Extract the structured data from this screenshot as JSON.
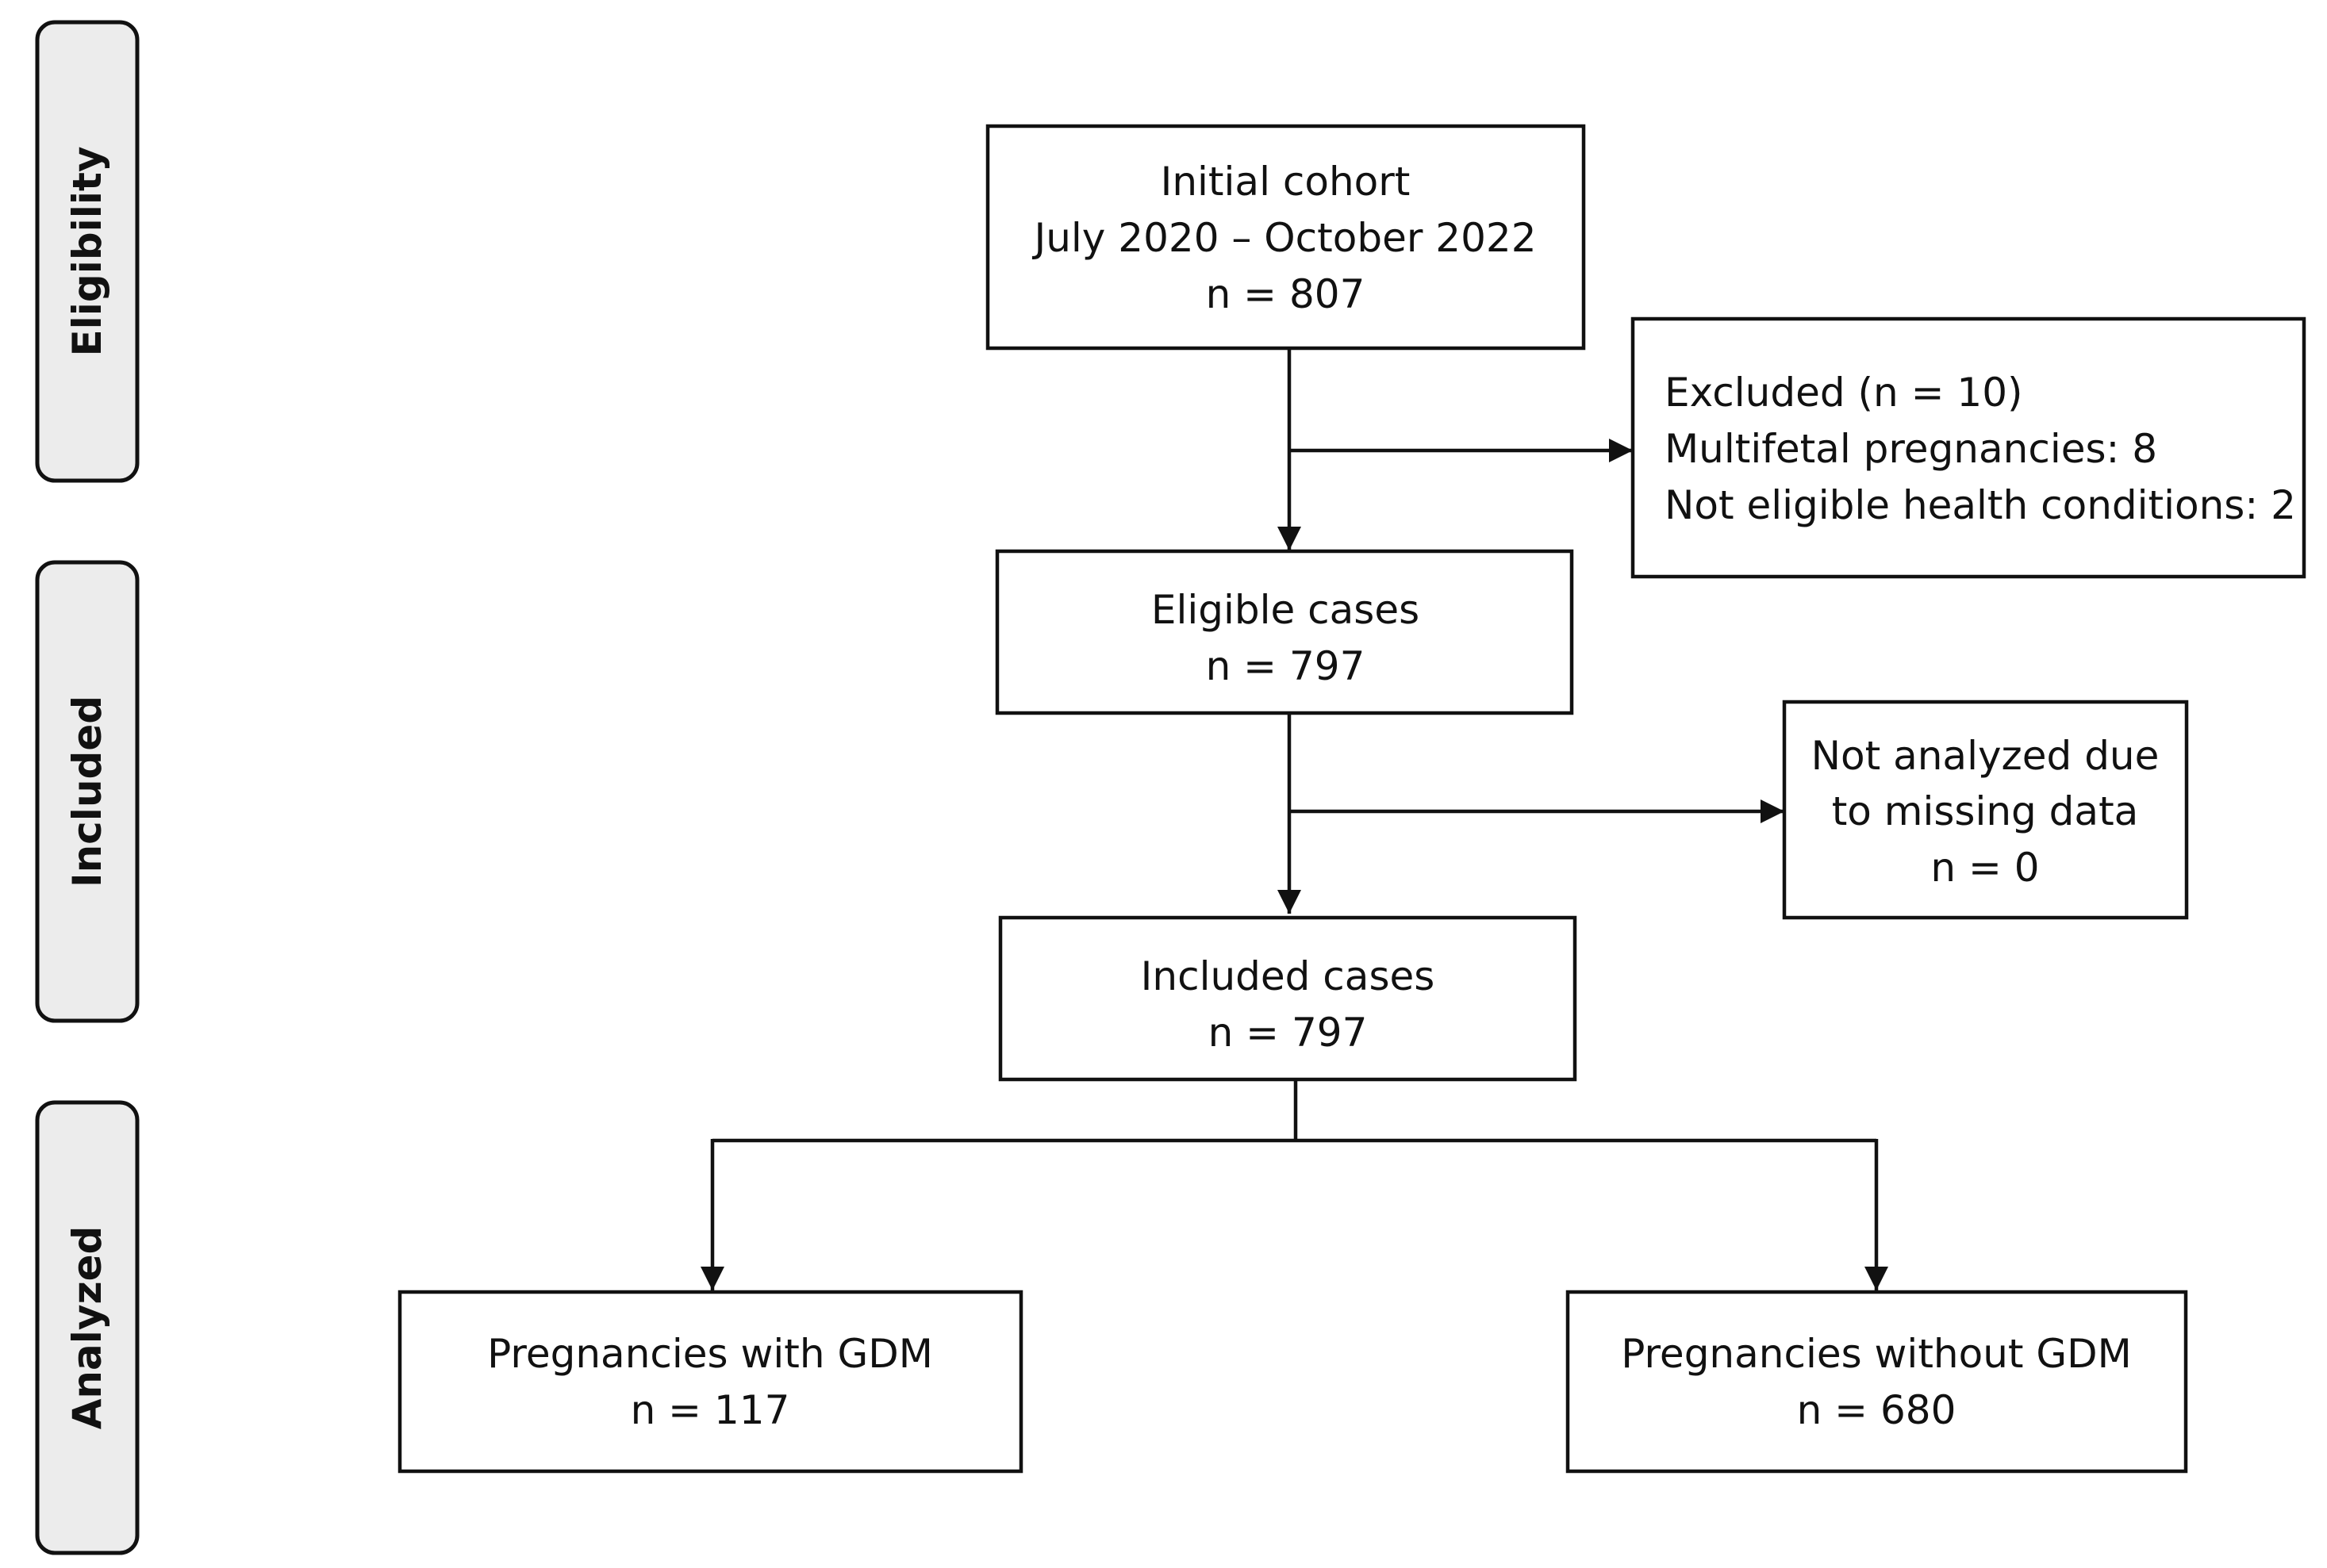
{
  "stages": {
    "eligibility": "Eligibility",
    "included": "Included",
    "analyzed": "Analyzed"
  },
  "boxes": {
    "initial_cohort": {
      "lines": [
        "Initial cohort",
        "July 2020 – October 2022",
        "n = 807"
      ]
    },
    "excluded": {
      "lines": [
        "Excluded (n = 10)",
        "Multifetal pregnancies: 8",
        "Not eligible health conditions: 2"
      ]
    },
    "eligible_cases": {
      "lines": [
        "Eligible cases",
        "n = 797"
      ]
    },
    "not_analyzed": {
      "lines": [
        "Not analyzed due",
        "to missing data",
        "n = 0"
      ]
    },
    "included_cases": {
      "lines": [
        "Included cases",
        "n = 797"
      ]
    },
    "with_gdm": {
      "lines": [
        "Pregnancies with GDM",
        "n = 117"
      ]
    },
    "without_gdm": {
      "lines": [
        "Pregnancies without GDM",
        "n = 680"
      ]
    }
  }
}
